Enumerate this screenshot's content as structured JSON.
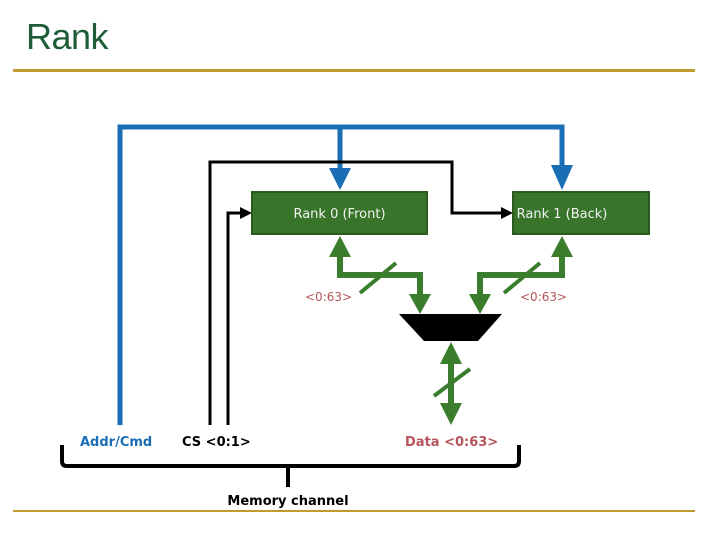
{
  "slide": {
    "title": "Rank"
  },
  "diagram": {
    "ranks": [
      {
        "label": "Rank 0 (Front)"
      },
      {
        "label": "Rank 1 (Back)"
      }
    ],
    "bus_widths": {
      "rank0": "<0:63>",
      "rank1": "<0:63>"
    },
    "signals": {
      "addr_cmd": "Addr/Cmd",
      "chip_select": "CS <0:1>",
      "data": "Data <0:63>"
    },
    "group_label": "Memory channel",
    "colors": {
      "title": "#1d5c37",
      "rule": "#bf9b30",
      "addr_cmd": "#1a6eb5",
      "chip_select": "#000000",
      "data_bus": "#3a7d2c",
      "rank_box_fill": "#38752a",
      "rank_box_border": "#2a5a1f",
      "bus_label": "#b5545a"
    }
  }
}
